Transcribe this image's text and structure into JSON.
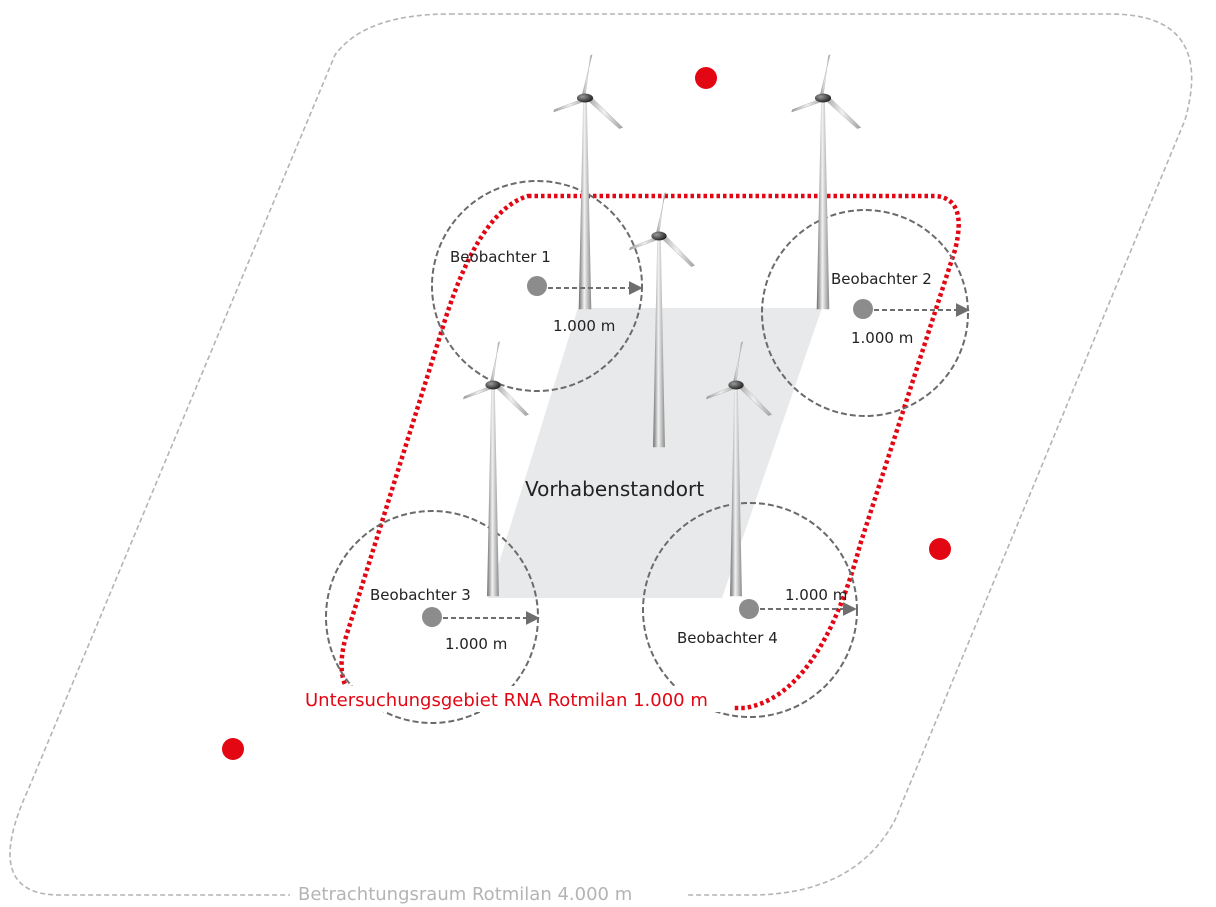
{
  "site_label": "Vorhabenstandort",
  "survey_area_label": "Untersuchungsgebiet RNA Rotmilan 1.000 m",
  "consideration_area_label": "Betrachtungsraum Rotmilan 4.000 m",
  "observers": [
    {
      "name": "Beobachter 1",
      "distance": "1.000 m"
    },
    {
      "name": "Beobachter 2",
      "distance": "1.000 m"
    },
    {
      "name": "Beobachter 3",
      "distance": "1.000 m"
    },
    {
      "name": "Beobachter 4",
      "distance": "1.000 m"
    }
  ],
  "colors": {
    "survey_area": "#e30613",
    "consideration_area": "#b4b4b4",
    "observer_point": "#8c8c8c",
    "nest_point": "#e30613",
    "site_area": "#e8e9ea"
  },
  "icons": [
    "wind-turbine-icon",
    "observer-point-icon",
    "red-kite-nest-icon",
    "distance-arrow-icon"
  ]
}
